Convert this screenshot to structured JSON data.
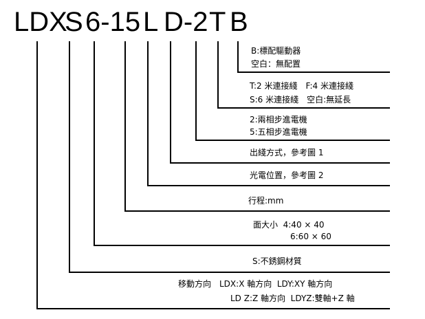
{
  "model_code": {
    "parts": [
      "LDX",
      "S",
      "6-15",
      "L",
      "D-2",
      "T",
      "B"
    ]
  },
  "options": {
    "B": {
      "line1": "B:標配驅動器",
      "line2": "空白：無配置"
    },
    "T": {
      "line1": "T:2 米連接綫　F:4 米連接綫",
      "line2": "S:6 米連接綫　空白:無延長"
    },
    "D2": {
      "line1": "2:兩相步進電機",
      "line2": "5:五相步進電機"
    },
    "D": {
      "line1": "出綫方式，參考圖 1"
    },
    "L": {
      "line1": "光電位置，參考圖 2"
    },
    "stroke": {
      "line1": "行程:mm"
    },
    "size": {
      "line1": "面大小  4:40 × 40",
      "line2": "6:60 × 60"
    },
    "S": {
      "line1": "S:不銹鋼材質"
    },
    "LDX": {
      "line1": "移動方向　LDX:X 軸方向  LDY:XY 軸方向",
      "line2": "LD Z:Z 軸方向  LDYZ:雙軸+Z 軸"
    }
  }
}
